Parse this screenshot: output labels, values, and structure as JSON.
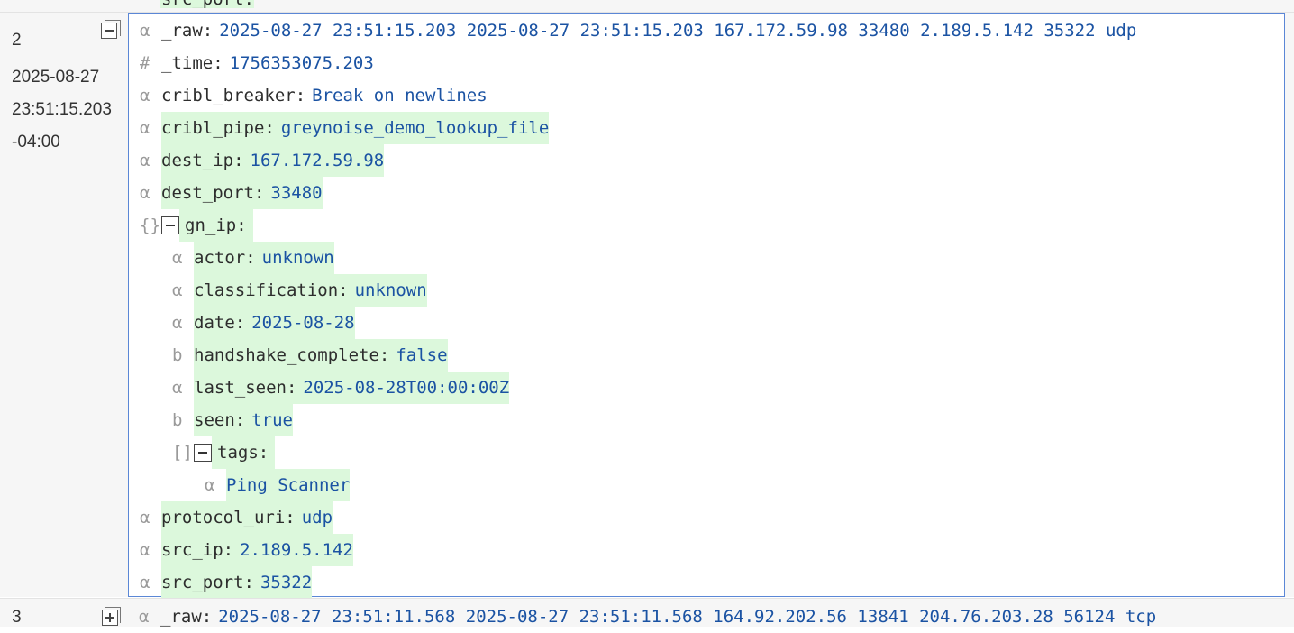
{
  "prev_row": {
    "visible_field": "src_port:"
  },
  "row2": {
    "index": "2",
    "timestamp_lines": [
      "2025-08-27",
      "23:51:15.203",
      "-04:00"
    ],
    "fields": {
      "raw": {
        "type": "α",
        "key": "_raw",
        "value": "2025-08-27 23:51:15.203 2025-08-27 23:51:15.203 167.172.59.98 33480 2.189.5.142 35322 udp"
      },
      "time": {
        "type": "#",
        "key": "_time",
        "value": "1756353075.203"
      },
      "cribl_breaker": {
        "type": "α",
        "key": "cribl_breaker",
        "value": "Break on newlines"
      },
      "cribl_pipe": {
        "type": "α",
        "key": "cribl_pipe",
        "value": "greynoise_demo_lookup_file"
      },
      "dest_ip": {
        "type": "α",
        "key": "dest_ip",
        "value": "167.172.59.98"
      },
      "dest_port": {
        "type": "α",
        "key": "dest_port",
        "value": "33480"
      },
      "gn_ip": {
        "type": "{}",
        "key": "gn_ip",
        "actor": {
          "type": "α",
          "key": "actor",
          "value": "unknown"
        },
        "classification": {
          "type": "α",
          "key": "classification",
          "value": "unknown"
        },
        "date": {
          "type": "α",
          "key": "date",
          "value": "2025-08-28"
        },
        "handshake_complete": {
          "type": "b",
          "key": "handshake_complete",
          "value": "false"
        },
        "last_seen": {
          "type": "α",
          "key": "last_seen",
          "value": "2025-08-28T00:00:00Z"
        },
        "seen": {
          "type": "b",
          "key": "seen",
          "value": "true"
        },
        "tags": {
          "type": "[]",
          "key": "tags",
          "items": [
            {
              "type": "α",
              "value": "Ping Scanner"
            }
          ]
        }
      },
      "protocol_uri": {
        "type": "α",
        "key": "protocol_uri",
        "value": "udp"
      },
      "src_ip": {
        "type": "α",
        "key": "src_ip",
        "value": "2.189.5.142"
      },
      "src_port": {
        "type": "α",
        "key": "src_port",
        "value": "35322"
      }
    }
  },
  "row3": {
    "index": "3",
    "raw": {
      "type": "α",
      "key": "_raw",
      "value": "2025-08-27 23:51:11.568 2025-08-27 23:51:11.568 164.92.202.56 13841 204.76.203.28 56124 tcp"
    }
  },
  "colors": {
    "highlight": "#dcf8dc",
    "value": "#1b53a3",
    "selected_border": "#5b87d6"
  }
}
